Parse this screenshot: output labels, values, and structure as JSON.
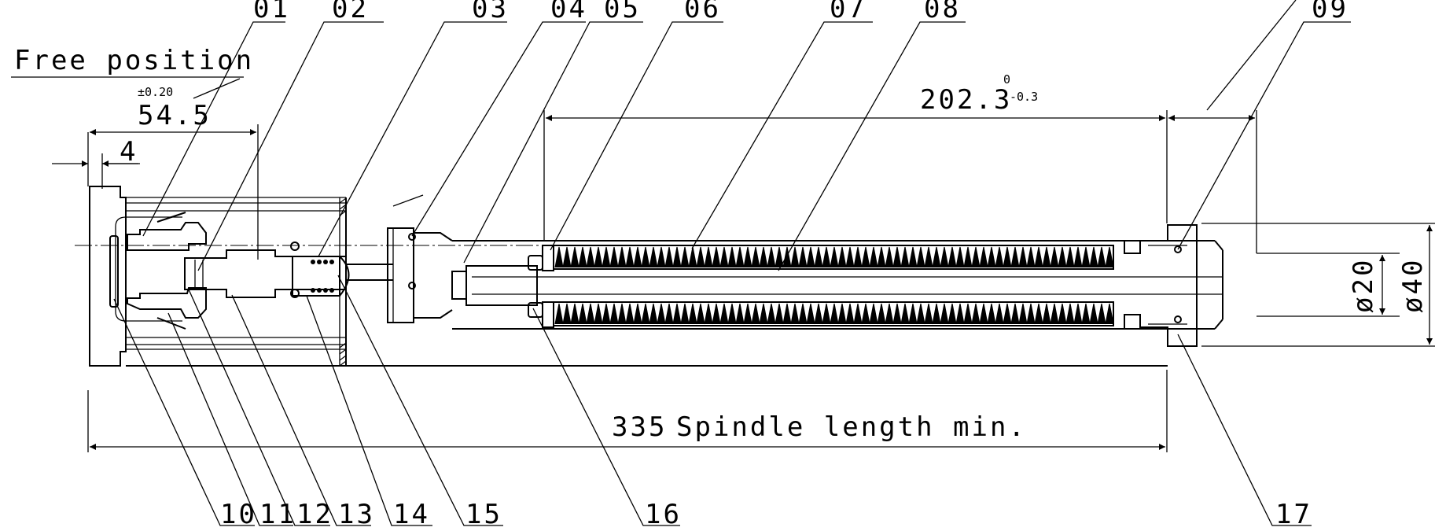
{
  "callouts": {
    "top": [
      "01",
      "02",
      "03",
      "04",
      "05",
      "06",
      "07",
      "08",
      "09"
    ],
    "bottom": [
      "10",
      "11",
      "12",
      "13",
      "14",
      "15",
      "16",
      "17"
    ]
  },
  "note": {
    "free_position": "Free position"
  },
  "dimensions": {
    "free_pos_value": "54.5",
    "free_pos_tol": "±0.20",
    "small_offset": "4",
    "stroke_value": "202.3",
    "stroke_tol_upper": "0",
    "stroke_tol_lower": "-0.3",
    "spindle_value": "335",
    "spindle_text": "Spindle length min.",
    "dia_inner": "ø20",
    "dia_outer": "ø40"
  }
}
